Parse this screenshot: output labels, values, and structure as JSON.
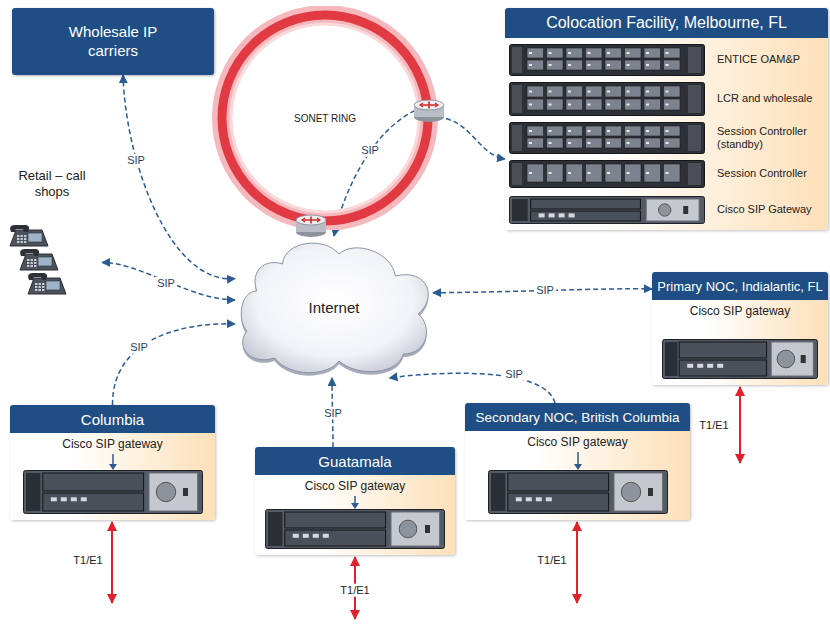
{
  "diagram": {
    "nodes": [
      {
        "text": [
          "Wholesale IP carriers"
        ]
      },
      {
        "text": [
          "SONET RING"
        ]
      },
      {
        "text": [
          "Colocation Facility, Melbourne, FL"
        ]
      },
      {
        "text": [
          "ENTICE OAM&P"
        ],
        "in": 2
      },
      {
        "text": [
          "LCR and wholesale"
        ],
        "in": 2
      },
      {
        "text": [
          "Session Controller (standby)"
        ],
        "in": 2
      },
      {
        "text": [
          "Session Controller"
        ],
        "in": 2
      },
      {
        "text": [
          "Cisco SIP Gateway"
        ],
        "in": 2
      },
      {
        "text": [
          "Retail – call shops"
        ]
      },
      {
        "text": [
          "Internet"
        ]
      },
      {
        "text": [
          "Primary NOC, Indialantic, FL"
        ]
      },
      {
        "text": [
          "Cisco SIP gateway"
        ],
        "in": 10
      },
      {
        "text": [
          "Columbia"
        ]
      },
      {
        "text": [
          "Cisco SIP gateway"
        ],
        "in": 12
      },
      {
        "text": [
          "Guatamala"
        ]
      },
      {
        "text": [
          "Cisco SIP gateway"
        ],
        "in": 14
      },
      {
        "text": [
          "Secondary NOC, British Columbia"
        ]
      },
      {
        "text": [
          "Cisco SIP gateway"
        ],
        "in": 16
      }
    ],
    "edges": [
      {
        "from": 9,
        "to": 0,
        "arrow": "both",
        "label": "SIP"
      },
      {
        "from": 1,
        "to": 2,
        "arrow": "to"
      },
      {
        "from": 1,
        "to": 9,
        "arrow": "to",
        "label": "SIP"
      },
      {
        "from": 9,
        "to": 8,
        "arrow": "both",
        "label": "SIP"
      },
      {
        "from": 12,
        "to": 9,
        "arrow": "to",
        "label": "SIP"
      },
      {
        "from": 14,
        "to": 9,
        "arrow": "to",
        "label": "SIP"
      },
      {
        "from": 16,
        "to": 9,
        "arrow": "to",
        "label": "SIP"
      },
      {
        "from": 9,
        "to": 10,
        "arrow": "both",
        "label": "SIP"
      }
    ],
    "labels": [
      "T1/E1",
      "T1/E1",
      "T1/E1",
      "T1/E1"
    ]
  }
}
